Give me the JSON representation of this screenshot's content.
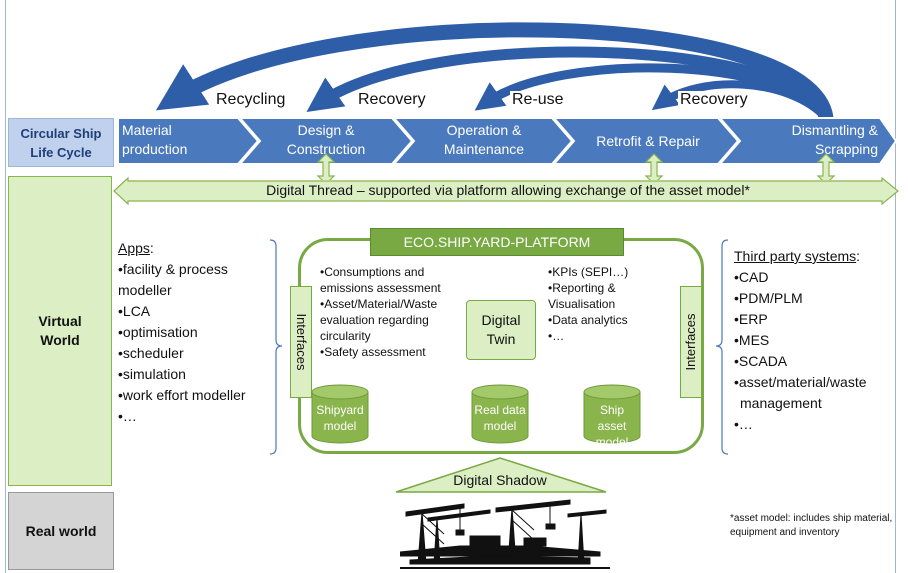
{
  "lifecycle": {
    "label": "Circular Ship Life Cycle",
    "stages": [
      "Material production",
      "Design & Construction",
      "Operation & Maintenance",
      "Retrofit & Repair",
      "Dismantling & Scrapping"
    ]
  },
  "loops": [
    "Recycling",
    "Recovery",
    "Re-use",
    "Recovery"
  ],
  "digital_thread": "Digital Thread  –  supported via platform allowing exchange of the asset model*",
  "virtual_world_label": "Virtual World",
  "real_world_label": "Real world",
  "apps": {
    "title": "Apps",
    "items": [
      "•facility & process",
      "modeller",
      "•LCA",
      "•optimisation",
      "•scheduler",
      "•simulation",
      "•work effort modeller",
      "•…"
    ]
  },
  "platform": {
    "title": "ECO.SHIP.YARD-PLATFORM",
    "interfaces_label": "Interfaces",
    "left_items": [
      "•Consumptions and",
      "emissions assessment",
      "•Asset/Material/Waste",
      "evaluation regarding",
      "circularity",
      "•Safety assessment"
    ],
    "right_items": [
      "•KPIs (SEPI…)",
      "•Reporting &",
      "Visualisation",
      "•Data analytics",
      "•…"
    ],
    "digital_twin": "Digital Twin",
    "models": [
      "Shipyard model",
      "Real data model",
      "Ship asset model"
    ]
  },
  "third_party": {
    "title": "Third party systems",
    "items": [
      "•CAD",
      "•PDM/PLM",
      "•ERP",
      "•MES",
      "•SCADA",
      "•asset/material/waste",
      "management",
      "•…"
    ]
  },
  "digital_shadow": "Digital Shadow",
  "footnote": "*asset model: includes ship material, equipment and inventory",
  "colors": {
    "stage_blue": "#4a79bd",
    "arrow_blue": "#2e5ea8",
    "label_blue": "#bfd1ec",
    "green_fill": "#dcefc4",
    "green_dark": "#8ab54d",
    "green_header": "#79a943",
    "real_grey": "#d4d4d4"
  }
}
